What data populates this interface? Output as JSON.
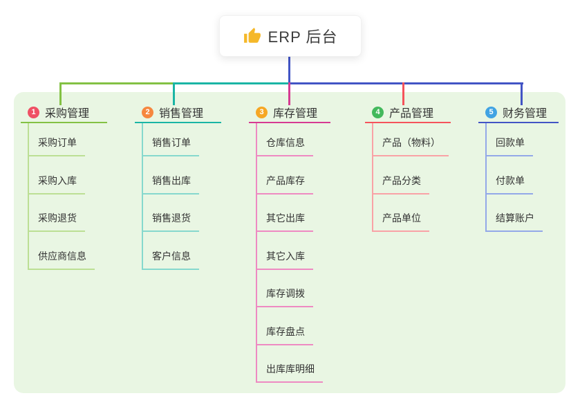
{
  "canvas": {
    "panel_bg": "#e9f6e3",
    "page_bg": "#ffffff",
    "text_color": "#333333"
  },
  "root": {
    "title": "ERP 后台",
    "icon": "thumbs-up-icon",
    "icon_color": "#f5b829",
    "connector_color": "#4254c5"
  },
  "branches": [
    {
      "number": "1",
      "label": "采购管理",
      "badge_color": "#ef5064",
      "line_color": "#83c144",
      "child_line_color": "#bcdf94",
      "children": [
        "采购订单",
        "采购入库",
        "采购退货",
        "供应商信息"
      ]
    },
    {
      "number": "2",
      "label": "销售管理",
      "badge_color": "#f6873f",
      "line_color": "#1ab5a5",
      "child_line_color": "#86d8cd",
      "children": [
        "销售订单",
        "销售出库",
        "销售退货",
        "客户信息"
      ]
    },
    {
      "number": "3",
      "label": "库存管理",
      "badge_color": "#f6a724",
      "line_color": "#d63a92",
      "child_line_color": "#ee8ac2",
      "children": [
        "仓库信息",
        "产品库存",
        "其它出库",
        "其它入库",
        "库存调拨",
        "库存盘点",
        "出库库明细"
      ]
    },
    {
      "number": "4",
      "label": "产品管理",
      "badge_color": "#43b95c",
      "line_color": "#f5535b",
      "child_line_color": "#f9a2a6",
      "children": [
        "产品（物料）",
        "产品分类",
        "产品单位"
      ]
    },
    {
      "number": "5",
      "label": "财务管理",
      "badge_color": "#41a3e3",
      "line_color": "#4254c5",
      "child_line_color": "#93a8e8",
      "children": [
        "回款单",
        "付款单",
        "结算账户"
      ]
    }
  ]
}
